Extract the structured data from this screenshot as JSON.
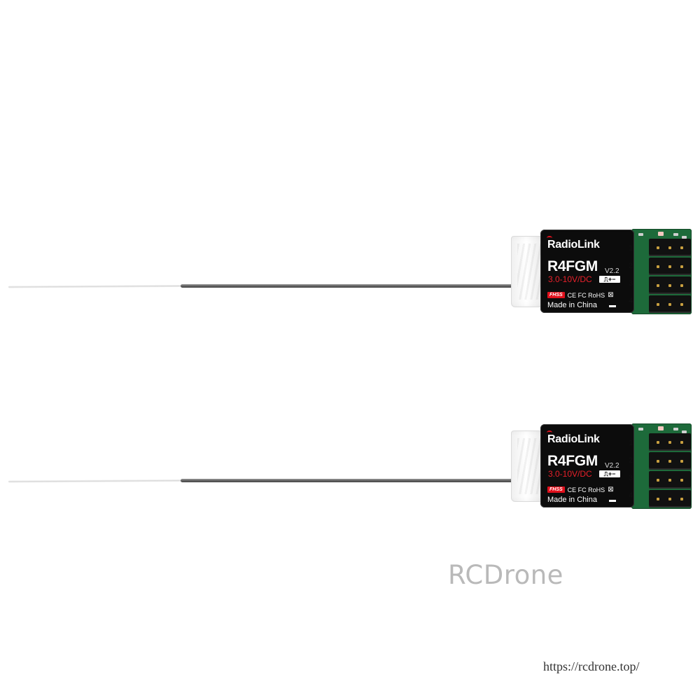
{
  "receivers": [
    {
      "brand": "RadioLink",
      "model": "R4FGM",
      "version": "V2.2",
      "voltage": "3.0-10V/DC",
      "signal_mark": "⎍+−",
      "fhss": "FHSS",
      "certs": "CE FC RoHS",
      "made_in": "Made in China",
      "channels": [
        "1",
        "2",
        "3",
        "4"
      ]
    },
    {
      "brand": "RadioLink",
      "model": "R4FGM",
      "version": "V2.2",
      "voltage": "3.0-10V/DC",
      "signal_mark": "⎍+−",
      "fhss": "FHSS",
      "certs": "CE FC RoHS",
      "made_in": "Made in China",
      "channels": [
        "1",
        "2",
        "3",
        "4"
      ]
    }
  ],
  "watermark": "RCDrone",
  "site_url": "https://rcdrone.top/"
}
